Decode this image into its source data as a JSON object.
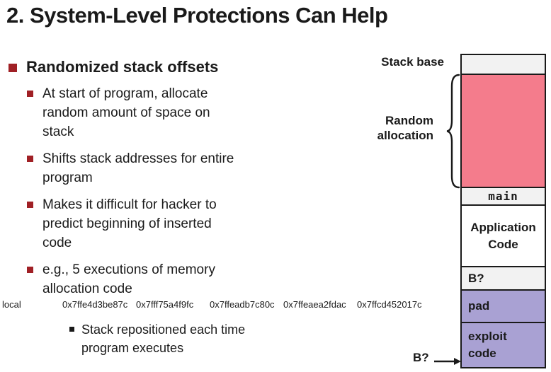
{
  "title": "2. System-Level Protections Can Help",
  "bullets": {
    "level1": "Randomized stack offsets",
    "level2": [
      "At start of program, allocate\nrandom amount of space on\nstack",
      "Shifts stack addresses for entire\nprogram",
      "Makes it difficult for hacker to\npredict beginning of inserted\ncode",
      "e.g., 5 executions of memory\nallocation code"
    ],
    "level3": "Stack repositioned each time\nprogram executes"
  },
  "memory_trace": {
    "label": "local",
    "addresses": [
      "0x7ffe4d3be87c",
      "0x7fff75a4f9fc",
      "0x7ffeadb7c80c",
      "0x7ffeaea2fdac",
      "0x7ffcd452017c"
    ]
  },
  "diagram": {
    "stack_base_label": "Stack base",
    "random_allocation_label": "Random\nallocation",
    "b_pointer_label": "B?",
    "boxes": [
      {
        "label": "",
        "color": "#F2F2F2"
      },
      {
        "label": "",
        "color": "#F47C8C"
      },
      {
        "label": "main",
        "color": "#F2F2F2"
      },
      {
        "label": "Application\nCode",
        "color": "#FFFFFF"
      },
      {
        "label": "B?",
        "color": "#F2F2F2"
      },
      {
        "label": "pad",
        "color": "#A9A1D3"
      },
      {
        "label": "exploit\ncode",
        "color": "#A9A1D3"
      }
    ]
  },
  "colors": {
    "accent_red": "#A02025",
    "pink": "#F47C8C",
    "purple": "#A9A1D3",
    "light_gray": "#F2F2F2",
    "border": "#1A1A1A"
  }
}
